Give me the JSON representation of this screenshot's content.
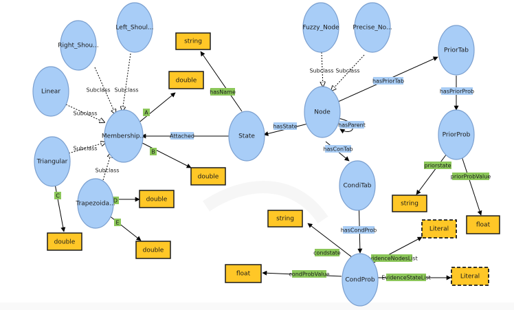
{
  "colors": {
    "class_fill": "#a8cdf7",
    "class_stroke": "#7a9fcf",
    "datatype_fill": "#ffc727",
    "datatype_stroke": "#1a1a1a",
    "object_property": "#a9cdf5",
    "data_property": "#8cc75a",
    "edge": "#000000",
    "watermark": "#e6e6e6"
  },
  "classes": {
    "right_shoulder": "Right_Shou...",
    "left_shoulder": "Left_Shoul...",
    "linear": "Linear",
    "membership": "Membership...",
    "triangular": "Triangular",
    "trapezoidal": "Trapezoida...",
    "state": "State",
    "node": "Node",
    "fuzzy_node": "Fuzzy_Node",
    "precise_node": "Precise_No...",
    "prior_tab": "PriorTab",
    "prior_prob": "PriorProb",
    "cond_tab": "CondiTab",
    "cond_prob": "CondProb"
  },
  "datatypes": {
    "string_top": "string",
    "double_a": "double",
    "double_b": "double",
    "double_c": "double",
    "double_d": "double",
    "double_e": "double",
    "string_prior": "string",
    "float_prior": "float",
    "string_cond": "string",
    "literal_1": "Literal",
    "literal_2": "Literal",
    "float_cond": "float"
  },
  "edge_labels": {
    "subclass": "Subclass",
    "has_name": "hasName",
    "attached": "Attached",
    "has_state": "hasState",
    "has_parent": "hasParent",
    "has_prior_tab": "hasPriorTab",
    "has_prior_prob": "hasPriorProb",
    "prior_state": "priorstate",
    "prior_prob_value": "priorProbValue",
    "has_con_tab": "hasConTab",
    "has_cond_prob": "hasCondProb",
    "cond_state": "condstate",
    "evidence_nodes_list": "EvidenceNodesList",
    "evidence_state_list": "EvidenceStateList",
    "cond_prob_value": "condProbValue",
    "a": "A",
    "b": "B",
    "c": "C",
    "d": "D",
    "e": "E"
  }
}
